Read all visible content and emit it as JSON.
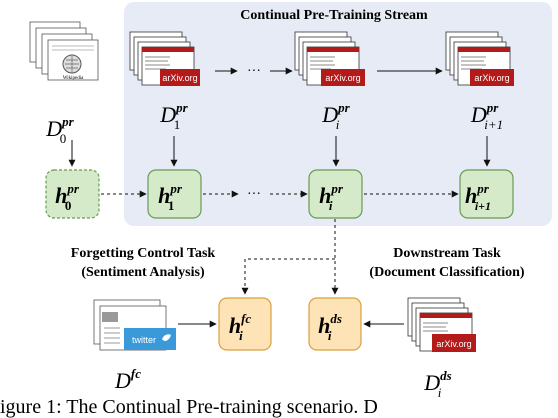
{
  "stream_title": "Continual Pre-Training Stream",
  "ellipsis": "···",
  "arxiv_text": "arXiv.org",
  "twitter_text": "twitter",
  "wiki_text": "Wikipedia",
  "left_task": {
    "line1": "Forgetting Control Task",
    "line2": "(Sentiment Analysis)"
  },
  "right_task": {
    "line1": "Downstream Task",
    "line2": "(Document Classification)"
  },
  "datasets": [
    {
      "id": "d0",
      "main": "D",
      "sup": "pr",
      "sub": "0"
    },
    {
      "id": "d1",
      "main": "D",
      "sup": "pr",
      "sub": "1"
    },
    {
      "id": "di",
      "main": "D",
      "sup": "pr",
      "sub": "i"
    },
    {
      "id": "di1",
      "main": "D",
      "sup": "pr",
      "sub": "i+1"
    },
    {
      "id": "dfc",
      "main": "D",
      "sup": "fc",
      "sub": ""
    },
    {
      "id": "dds",
      "main": "D",
      "sup": "ds",
      "sub": "i"
    }
  ],
  "nodes": [
    {
      "id": "h0",
      "main": "h",
      "sup": "pr",
      "sub": "0"
    },
    {
      "id": "h1",
      "main": "h",
      "sup": "pr",
      "sub": "1"
    },
    {
      "id": "hi",
      "main": "h",
      "sup": "pr",
      "sub": "i"
    },
    {
      "id": "hi1",
      "main": "h",
      "sup": "pr",
      "sub": "i+1"
    },
    {
      "id": "hfc",
      "main": "h",
      "sup": "fc",
      "sub": "i"
    },
    {
      "id": "hds",
      "main": "h",
      "sup": "ds",
      "sub": "i"
    }
  ],
  "caption_fragment": "igure 1: The Continual Pre-training scenario. D",
  "colors": {
    "stream_bg": "#e6ebf5",
    "green_fill": "#d4eac8",
    "green_stroke": "#6a9a55",
    "orange_fill": "#fde3b6",
    "orange_stroke": "#d9a040",
    "arxiv_red": "#b31b1b",
    "twitter_blue": "#3a9ad9"
  }
}
